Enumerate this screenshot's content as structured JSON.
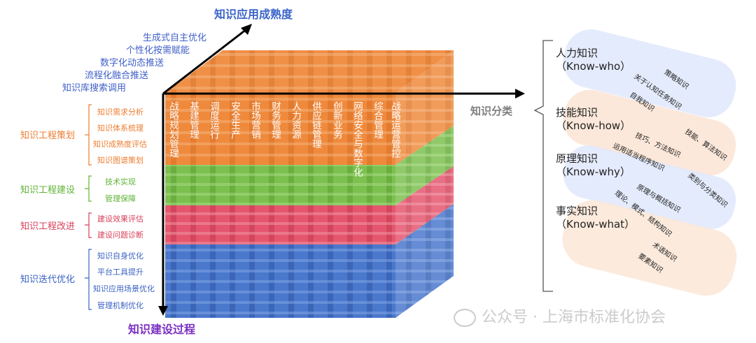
{
  "axes": {
    "maturity_title": "知识应用成熟度",
    "category_title": "知识分类",
    "process_title": "知识建设过程"
  },
  "maturity_levels": [
    "生成式自主优化",
    "个性化按需赋能",
    "数字化动态推送",
    "流程化融合推送",
    "知识库搜索调用"
  ],
  "process_groups": [
    {
      "label": "知识工程策划",
      "color": "#ed7d31",
      "items": [
        "知识需求分析",
        "知识体系梳理",
        "知识成熟度评估",
        "知识图谱策划"
      ]
    },
    {
      "label": "知识工程建设",
      "color": "#5fb336",
      "items": [
        "技术实现",
        "管理保障"
      ]
    },
    {
      "label": "知识工程改进",
      "color": "#d8405a",
      "items": [
        "建设效果评估",
        "建设问题诊断"
      ]
    },
    {
      "label": "知识迭代优化",
      "color": "#3b63c4",
      "items": [
        "知识自身优化",
        "平台工具提升",
        "知识应用场景优化",
        "管理机制优化"
      ]
    }
  ],
  "business_columns": [
    "战略规划管理",
    "基建管理",
    "调度运行",
    "安全生产",
    "市场营销",
    "财务管理",
    "人力资源",
    "供应链管理",
    "创新业务",
    "网络安全与数字化",
    "综合管理",
    "战略运营管控"
  ],
  "knowledge_types": [
    {
      "title": "人力知识",
      "en": "（Know-who）",
      "side": [
        "策略知识",
        "关于认知任务知识",
        "自我知识"
      ]
    },
    {
      "title": "技能知识",
      "en": "（Know-how）",
      "side": [
        "技巧、方法知识",
        "运用适当程序知识",
        "技能、算法知识"
      ]
    },
    {
      "title": "原理知识",
      "en": "（Know-why）",
      "side": [
        "原理与概括知识",
        "类别与分类知识"
      ]
    },
    {
      "title": "事实知识",
      "en": "（Know-what）",
      "side": [
        "理论、模式、结构知识",
        "术语知识",
        "要素知识"
      ]
    }
  ],
  "watermark": "公众号 · 上海市标准化协会",
  "colors": {
    "orange": "#ed7d31",
    "green": "#70ad47",
    "red": "#e05068",
    "blue": "#4472c4",
    "axis_title_blue": "#3b64c9",
    "axis_title_purple": "#7a2fc2",
    "category_gray": "#7f7f7f"
  }
}
